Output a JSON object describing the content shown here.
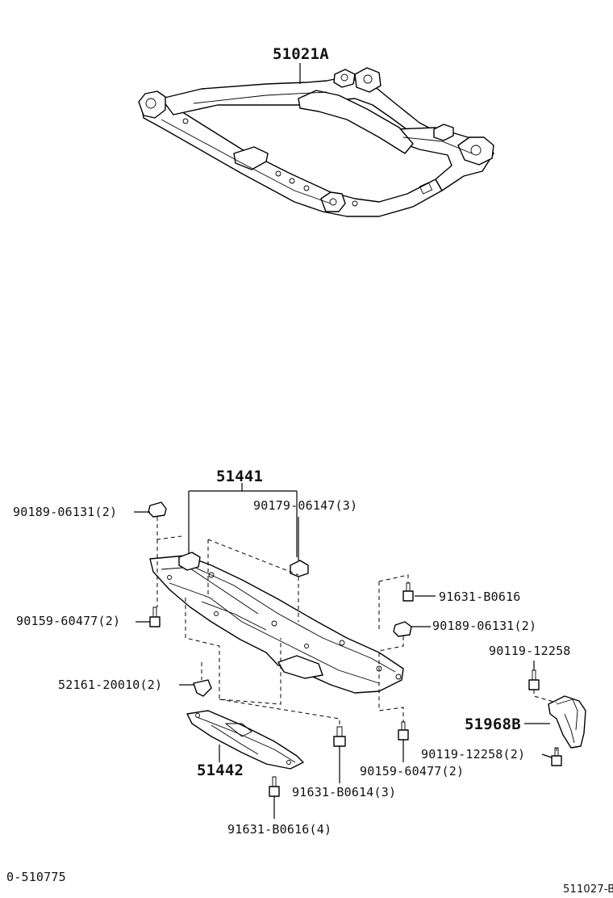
{
  "labels": {
    "p51021a": "51021A",
    "p51441": "51441",
    "p90189a": "90189-06131(2)",
    "p90179": "90179-06147(3)",
    "p91631a": "91631-B0616",
    "p90159a": "90159-60477(2)",
    "p90189b": "90189-06131(2)",
    "p90119a": "90119-12258",
    "p52161": "52161-20010(2)",
    "p51968b": "51968B",
    "p90119b": "90119-12258(2)",
    "p51442": "51442",
    "p91631b": "91631-B0614(3)",
    "p90159b": "90159-60477(2)",
    "p91631c": "91631-B0616(4)"
  },
  "footer": {
    "left_code": "0-510775",
    "right_code": "511027-B"
  }
}
